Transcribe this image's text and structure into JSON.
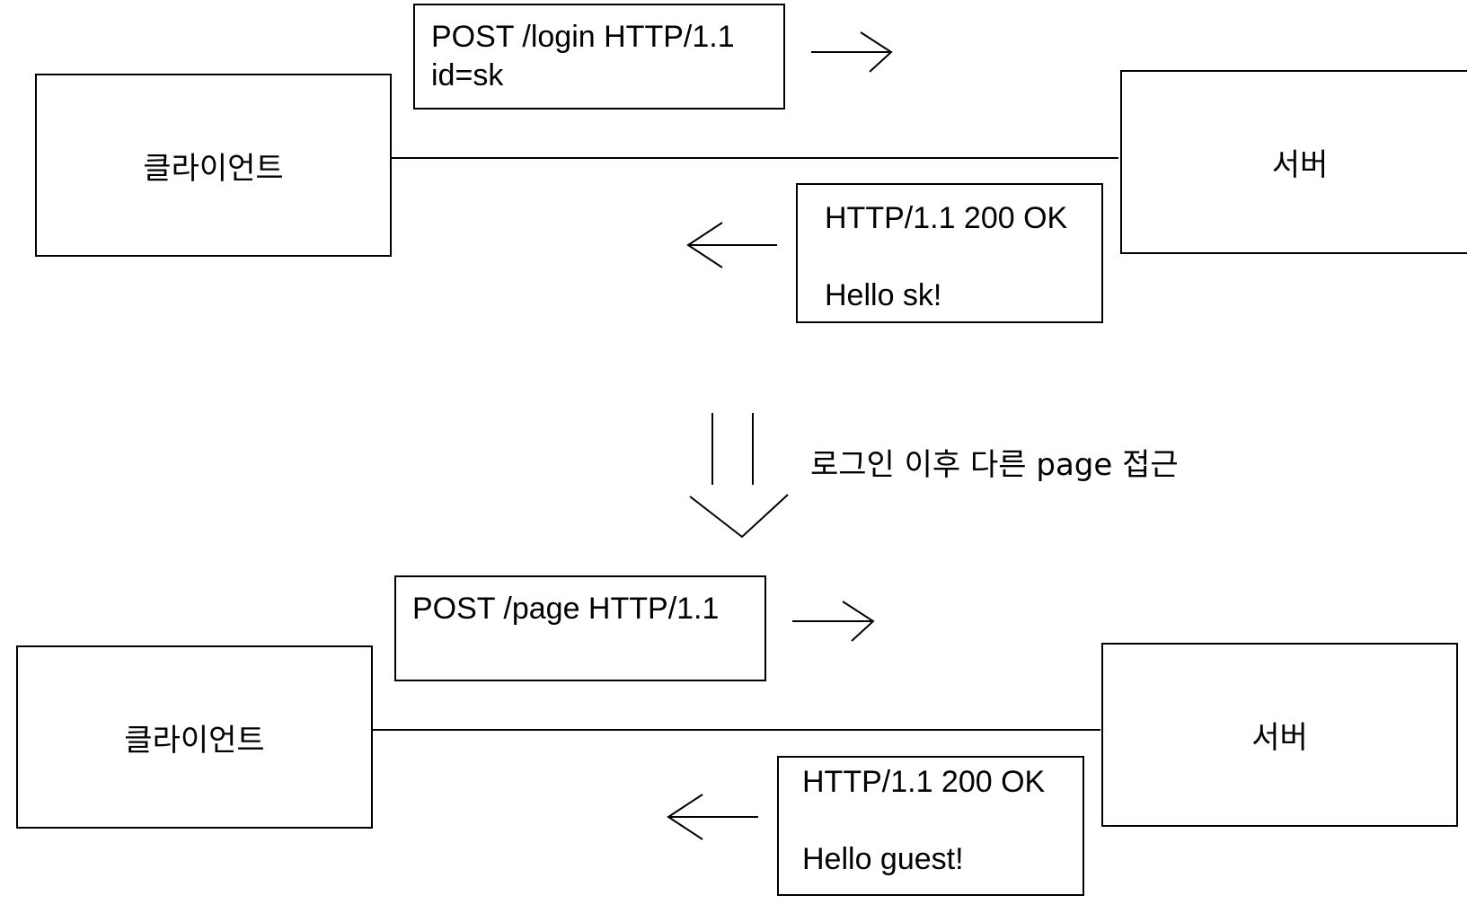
{
  "scene1": {
    "client_label": "클라이언트",
    "server_label": "서버",
    "request_lines": [
      "POST /login HTTP/1.1",
      "id=sk"
    ],
    "response_status": "HTTP/1.1 200 OK",
    "response_body": "Hello sk!"
  },
  "transition": {
    "label": "로그인 이후 다른 page 접근"
  },
  "scene2": {
    "client_label": "클라이언트",
    "server_label": "서버",
    "request_lines": [
      "POST /page HTTP/1.1"
    ],
    "response_status": "HTTP/1.1 200 OK",
    "response_body": "Hello guest!"
  }
}
